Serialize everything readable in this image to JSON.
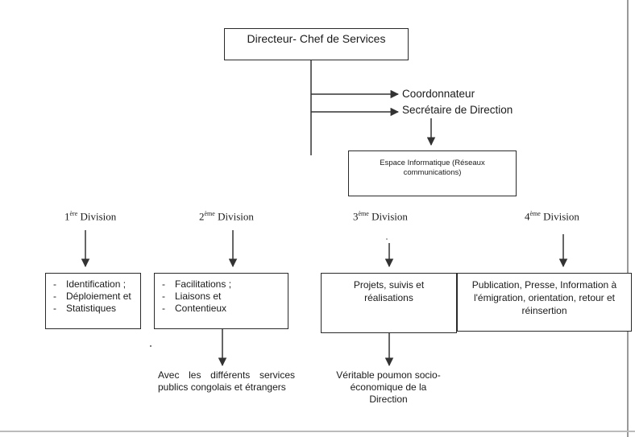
{
  "director": "Directeur- Chef de Services",
  "staff": [
    "Coordonnateur",
    "Secrétaire de Direction"
  ],
  "it_space": "Espace Informatique (Réseaux communications)",
  "divisions": [
    {
      "ordinal": "1",
      "suffix": "ère",
      "label": "Division",
      "items": [
        "Identification ;",
        "Déploiement et",
        "Statistiques"
      ]
    },
    {
      "ordinal": "2",
      "suffix": "ème",
      "label": "Division",
      "items": [
        "Facilitations ;",
        "Liaisons et",
        "Contentieux"
      ],
      "note": "Avec les différents services publics congolais et étrangers"
    },
    {
      "ordinal": "3",
      "suffix": "ème",
      "label": "Division",
      "text": "Projets, suivis et réalisations",
      "note": "Véritable poumon socio-économique de la Direction"
    },
    {
      "ordinal": "4",
      "suffix": "ème",
      "label": "Division",
      "text": "Publication, Presse, Information à l'émigration, orientation, retour et réinsertion"
    }
  ]
}
